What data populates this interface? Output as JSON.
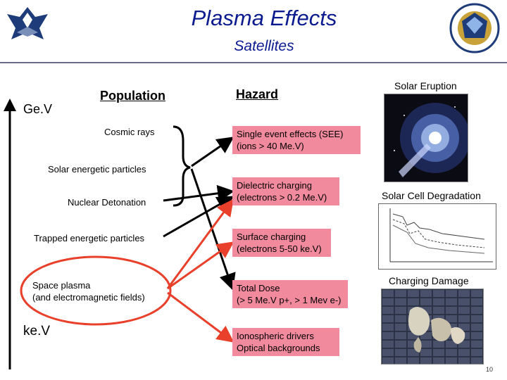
{
  "slide": {
    "title": "Plasma Effects",
    "subtitle": "Satellites",
    "page_number": "10"
  },
  "axis": {
    "top_label": "Ge.V",
    "bottom_label": "ke.V"
  },
  "population": {
    "header": "Population",
    "items": [
      "Cosmic rays",
      "Solar energetic particles",
      "Nuclear Detonation",
      "Trapped energetic particles",
      "Space plasma\n(and electromagnetic fields)"
    ]
  },
  "hazard": {
    "header": "Hazard",
    "items": [
      "Single event effects (SEE)\n(ions > 40 Me.V)",
      "Dielectric charging\n(electrons > 0.2 Me.V)",
      "Surface charging\n(electrons 5-50 ke.V)",
      "Total Dose\n(> 5 Me.V p+, > 1 Mev e-)",
      "Ionospheric drivers\nOptical backgrounds"
    ]
  },
  "photos": {
    "solar_eruption": "Solar Eruption",
    "solar_cell": "Solar Cell Degradation",
    "charging_damage": "Charging Damage"
  },
  "colors": {
    "title_blue": "#0b1a8f",
    "hazard_fill": "#f28a9e",
    "highlight_red": "#e8402a"
  }
}
